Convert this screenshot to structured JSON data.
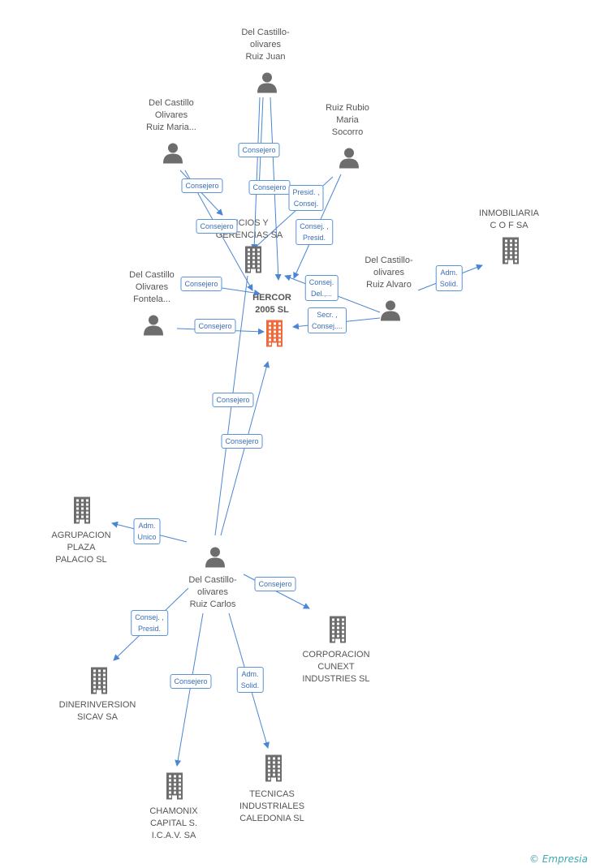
{
  "colors": {
    "edge": "#4a86d4",
    "box_border": "#5b93d6",
    "box_text": "#3a6fb8",
    "icon": "#6d6d6d",
    "main_icon": "#f0693a",
    "label": "#555555"
  },
  "nodes": [
    {
      "id": "hercor",
      "type": "company",
      "main": true,
      "lines": [
        "HERCOR",
        "2005 SL"
      ]
    },
    {
      "id": "juan",
      "type": "person",
      "lines": [
        "Del Castillo-",
        "olivares",
        "Ruiz Juan"
      ]
    },
    {
      "id": "maria",
      "type": "person",
      "lines": [
        "Del Castillo",
        "Olivares",
        "Ruiz Maria..."
      ]
    },
    {
      "id": "socorro",
      "type": "person",
      "lines": [
        "Ruiz Rubio",
        "Maria",
        "Socorro"
      ]
    },
    {
      "id": "servicios",
      "type": "company",
      "lines": [
        "VICIOS Y",
        "GERENCIAS SA"
      ]
    },
    {
      "id": "inmobiliaria",
      "type": "company",
      "lines": [
        "INMOBILIARIA",
        "C O F SA"
      ]
    },
    {
      "id": "alvaro",
      "type": "person",
      "lines": [
        "Del Castillo-",
        "olivares",
        "Ruiz Alvaro"
      ]
    },
    {
      "id": "fontela",
      "type": "person",
      "lines": [
        "Del Castillo",
        "Olivares",
        "Fontela..."
      ]
    },
    {
      "id": "agrupacion",
      "type": "company",
      "lines": [
        "AGRUPACION",
        "PLAZA",
        "PALACIO  SL"
      ]
    },
    {
      "id": "carlos",
      "type": "person",
      "lines": [
        "Del Castillo-",
        "olivares",
        "Ruiz Carlos"
      ]
    },
    {
      "id": "corporacion",
      "type": "company",
      "lines": [
        "CORPORACION",
        "CUNEXT",
        "INDUSTRIES  SL"
      ]
    },
    {
      "id": "dinerinversion",
      "type": "company",
      "lines": [
        "DINERINVERSION",
        "SICAV SA"
      ]
    },
    {
      "id": "chamonix",
      "type": "company",
      "lines": [
        "CHAMONIX",
        "CAPITAL S.",
        "I.C.A.V. SA"
      ]
    },
    {
      "id": "tecnicas",
      "type": "company",
      "lines": [
        "TECNICAS",
        "INDUSTRIALES",
        "CALEDONIA  SL"
      ]
    }
  ],
  "relations": [
    {
      "id": "r1",
      "lines": [
        "Consejero"
      ]
    },
    {
      "id": "r2",
      "lines": [
        "Consejero"
      ]
    },
    {
      "id": "r3",
      "lines": [
        "Consejero"
      ]
    },
    {
      "id": "r4",
      "lines": [
        "Presid. ,",
        "Consej."
      ]
    },
    {
      "id": "r5",
      "lines": [
        "Consejero"
      ]
    },
    {
      "id": "r6",
      "lines": [
        "Consej. ,",
        "Presid."
      ]
    },
    {
      "id": "r7",
      "lines": [
        "Consejero"
      ]
    },
    {
      "id": "r8",
      "lines": [
        "Consej.",
        "Del.,..."
      ]
    },
    {
      "id": "r9",
      "lines": [
        "Adm.",
        "Solid."
      ]
    },
    {
      "id": "r10",
      "lines": [
        "Secr. ,",
        "Consej...."
      ]
    },
    {
      "id": "r11",
      "lines": [
        "Consejero"
      ]
    },
    {
      "id": "r12",
      "lines": [
        "Consejero"
      ]
    },
    {
      "id": "r13",
      "lines": [
        "Consejero"
      ]
    },
    {
      "id": "r14",
      "lines": [
        "Adm.",
        "Unico"
      ]
    },
    {
      "id": "r15",
      "lines": [
        "Consejero"
      ]
    },
    {
      "id": "r16",
      "lines": [
        "Consej. ,",
        "Presid."
      ]
    },
    {
      "id": "r17",
      "lines": [
        "Consejero"
      ]
    },
    {
      "id": "r18",
      "lines": [
        "Adm.",
        "Solid."
      ]
    }
  ],
  "footer": {
    "symbol": "©",
    "brand": "Empresia"
  }
}
